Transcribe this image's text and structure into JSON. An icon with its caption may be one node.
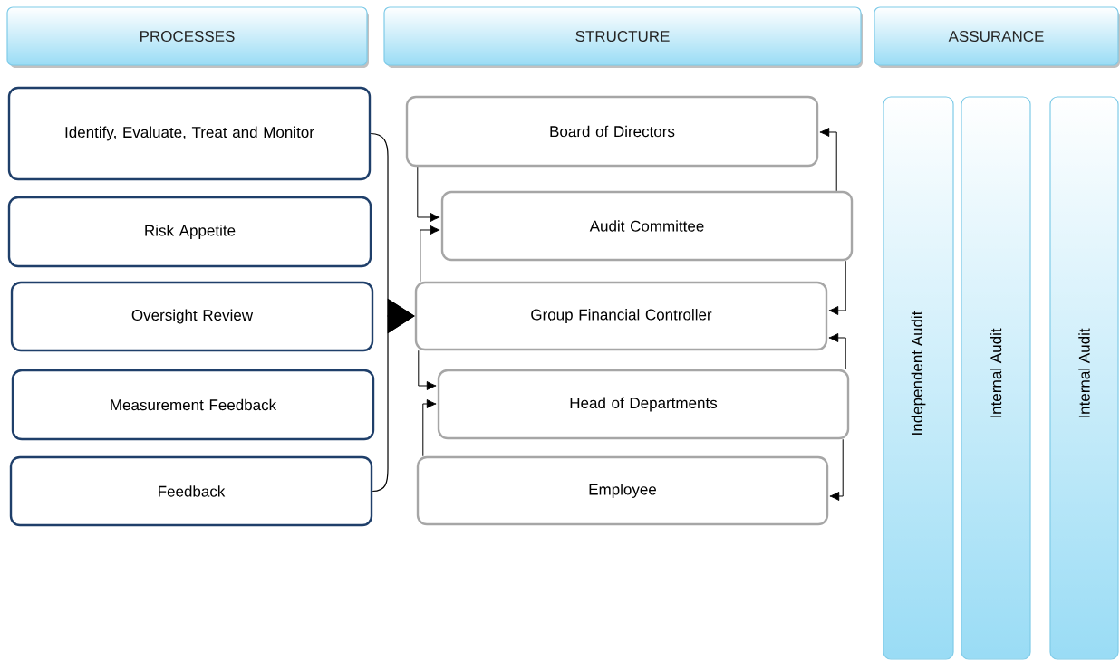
{
  "diagram": {
    "nodes": [
      {
        "text": [
          "PROCESSES"
        ]
      },
      {
        "text": [
          "STRUCTURE"
        ]
      },
      {
        "text": [
          "ASSURANCE"
        ]
      },
      {
        "text": [
          "Identify, Evaluate, Treat and Monitor"
        ]
      },
      {
        "text": [
          "Risk Appetite"
        ]
      },
      {
        "text": [
          "Oversight Review"
        ]
      },
      {
        "text": [
          "Measurement Feedback"
        ]
      },
      {
        "text": [
          "Feedback"
        ]
      },
      {
        "text": [
          "Board of Directors"
        ]
      },
      {
        "text": [
          "Audit Committee"
        ]
      },
      {
        "text": [
          "Group Financial Controller"
        ]
      },
      {
        "text": [
          "Head of Departments"
        ]
      },
      {
        "text": [
          "Employee"
        ]
      },
      {
        "text": [
          "Independent Audit"
        ]
      },
      {
        "text": [
          "Internal Audit"
        ]
      },
      {
        "text": [
          "Internal Audit"
        ]
      }
    ],
    "edges": [
      {
        "from": 8,
        "to": 9,
        "arrow": "to"
      },
      {
        "from": 10,
        "to": 9,
        "arrow": "to"
      },
      {
        "from": 10,
        "to": 11,
        "arrow": "to"
      },
      {
        "from": 12,
        "to": 11,
        "arrow": "to"
      },
      {
        "from": 9,
        "to": 8,
        "arrow": "to"
      },
      {
        "from": 9,
        "to": 10,
        "arrow": "to"
      },
      {
        "from": 11,
        "to": 10,
        "arrow": "to"
      },
      {
        "from": 11,
        "to": 12,
        "arrow": "to"
      },
      {
        "from": 3,
        "to": 10,
        "arrow": "to"
      },
      {
        "from": 7,
        "to": 10,
        "arrow": "to"
      }
    ]
  }
}
